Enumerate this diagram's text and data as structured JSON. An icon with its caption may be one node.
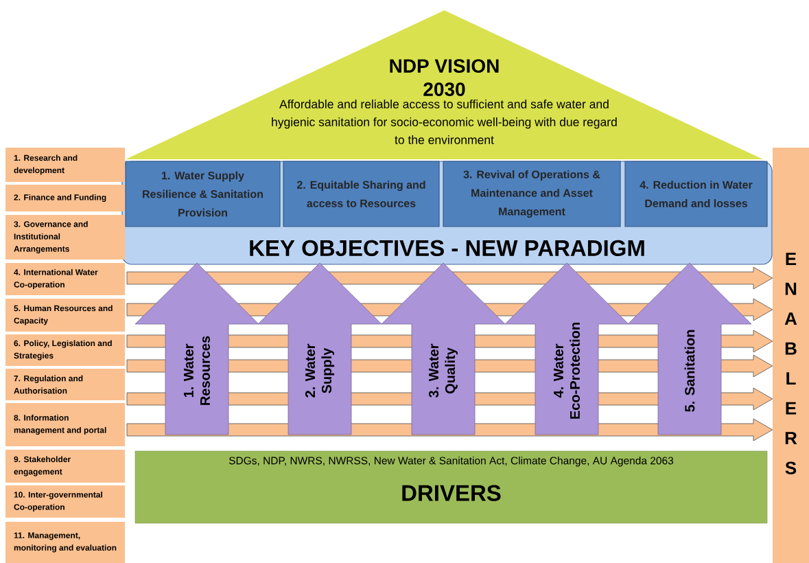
{
  "diagram": {
    "nodes": [
      {
        "text": [
          "NDP VISION 2030",
          "Affordable and reliable access to sufficient and safe water and hygienic  sanitation for socio-economic well-being with due regard to the environment"
        ]
      },
      {
        "text": [
          "KEY OBJECTIVES - NEW PARADIGM"
        ]
      },
      {
        "text": [
          "1. Water Supply Resilience & Sanitation Provision"
        ],
        "in": 1
      },
      {
        "text": [
          "2. Equitable Sharing and access to Resources"
        ],
        "in": 1
      },
      {
        "text": [
          "3. Revival of Operations & Maintenance and Asset Management"
        ],
        "in": 1
      },
      {
        "text": [
          "4. Reduction in Water Demand and losses"
        ],
        "in": 1
      },
      {
        "text": [
          "1. Research and development"
        ]
      },
      {
        "text": [
          "2. Finance and Funding"
        ]
      },
      {
        "text": [
          "3. Governance and Institutional Arrangements"
        ]
      },
      {
        "text": [
          "4. International Water Co-operation"
        ]
      },
      {
        "text": [
          "5. Human Resources and Capacity"
        ]
      },
      {
        "text": [
          "6. Policy, Legislation and Strategies"
        ]
      },
      {
        "text": [
          "7. Regulation and Authorisation"
        ]
      },
      {
        "text": [
          "8. Information management and portal"
        ]
      },
      {
        "text": [
          "9. Stakeholder engagement"
        ]
      },
      {
        "text": [
          "10. Inter-governmental Co-operation"
        ]
      },
      {
        "text": [
          "11. Management, monitoring and evaluation"
        ]
      },
      {
        "text": [
          "ENABLERS"
        ]
      },
      {
        "text": [
          "1. Water Resources"
        ]
      },
      {
        "text": [
          "2. Water Supply"
        ]
      },
      {
        "text": [
          "3. Water Quality"
        ]
      },
      {
        "text": [
          "4. Water Eco-Protection"
        ]
      },
      {
        "text": [
          "5. Sanitation"
        ]
      },
      {
        "text": [
          "SDGs, NDP, NWRS, NWRSS, New Water & Sanitation Act, Climate Change, AU Agenda 2063",
          "DRIVERS"
        ]
      }
    ],
    "edges": [
      {
        "from": null,
        "to": 17,
        "arrow": "to"
      },
      {
        "from": null,
        "to": 17,
        "arrow": "to"
      },
      {
        "from": null,
        "to": 17,
        "arrow": "to"
      },
      {
        "from": null,
        "to": 17,
        "arrow": "to"
      },
      {
        "from": null,
        "to": 17,
        "arrow": "to"
      },
      {
        "from": null,
        "to": 17,
        "arrow": "to"
      }
    ]
  }
}
